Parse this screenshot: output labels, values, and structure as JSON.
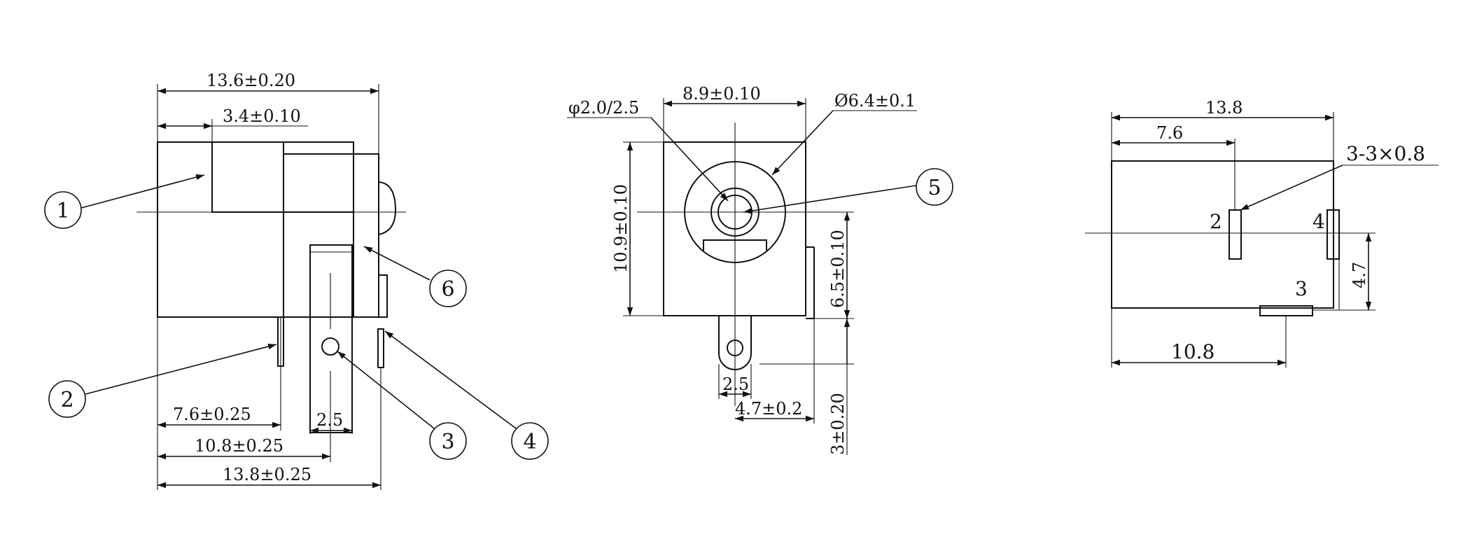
{
  "side_view": {
    "dims": {
      "overall_top": "13.6±0.20",
      "collar": "3.4±0.10",
      "pin2_pos": "7.6±0.25",
      "pin3_pos": "10.8±0.25",
      "overall_bottom": "13.8±0.25",
      "pin_width": "2.5"
    },
    "callouts": [
      "1",
      "2",
      "3",
      "4",
      "6"
    ]
  },
  "front_view": {
    "dims": {
      "pin_dia": "φ2.0/2.5",
      "width": "8.9±0.10",
      "hole_dia": "Ø6.4±0.1",
      "height": "10.9±0.10",
      "center_height": "6.5±0.10",
      "tab_width": "2.5",
      "tab_offset": "4.7±0.2",
      "tab_height": "3±0.20"
    },
    "callouts": [
      "5"
    ]
  },
  "footprint_view": {
    "dims": {
      "overall": "13.8",
      "pin2_pos": "7.6",
      "slot_size": "3-3×0.8",
      "pin3_pos": "10.8",
      "pin_offset": "4.7"
    },
    "pin_labels": [
      "2",
      "4",
      "3"
    ]
  }
}
